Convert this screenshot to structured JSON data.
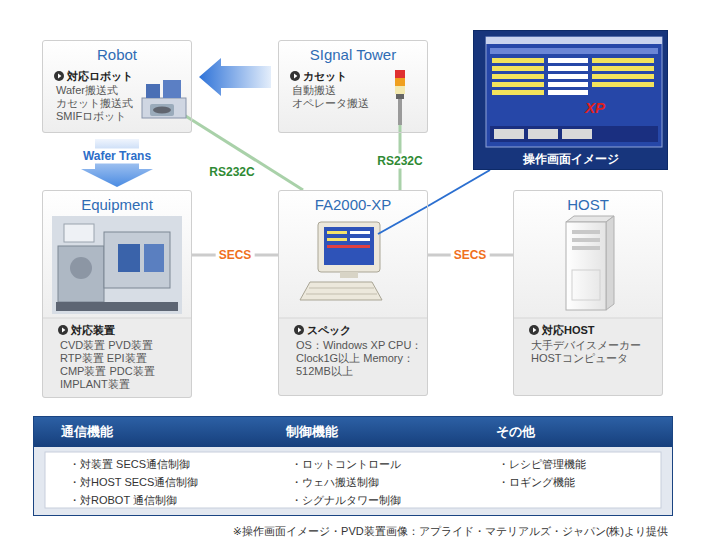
{
  "diagram": {
    "caption": "※操作画面イメージ・PVD装置画像：アプライド・マテリアルズ・ジャパン(株)より提供",
    "nodes": [
      {
        "text": [
          "Robot",
          "対応ロボット",
          "Wafer搬送式 カセット搬送式 SMIFロボット"
        ]
      },
      {
        "text": [
          "SIgnal Tower",
          "カセット",
          "自動搬送 オペレータ搬送"
        ]
      },
      {
        "text": [
          "操作画面イメージ"
        ]
      },
      {
        "text": [
          "Equipment",
          "対応装置",
          "CVD装置 PVD装置 RTP装置 EPI装置 CMP装置 PDC装置 IMPLANT装置"
        ]
      },
      {
        "text": [
          "FA2000-XP",
          "スペック",
          "OS：Windows XP CPU：Clock1G以上 Memory：512MB以上"
        ]
      },
      {
        "text": [
          "HOST",
          "対応HOST",
          "大手デバイスメーカー HOSTコンピュータ"
        ]
      },
      {
        "text": [
          "通信機能",
          "・対装置 SECS通信制御",
          "・対HOST SECS通信制御",
          "・対ROBOT 通信制御",
          "制御機能",
          "・ロットコントロール",
          "・ウェハ搬送制御",
          "・シグナルタワー制御",
          "その他",
          "・レシピ管理機能",
          "・ロギング機能"
        ]
      }
    ],
    "edges": [
      {
        "from": 0,
        "to": 4,
        "label": "RS232C",
        "arrow": "none"
      },
      {
        "from": 1,
        "to": 4,
        "label": "RS232C",
        "arrow": "none"
      },
      {
        "from": 3,
        "to": 4,
        "label": "SECS",
        "arrow": "none"
      },
      {
        "from": 4,
        "to": 5,
        "label": "SECS",
        "arrow": "none"
      },
      {
        "from": 4,
        "to": 2,
        "arrow": "none"
      },
      {
        "from": 1,
        "to": 0,
        "arrow": "to"
      },
      {
        "from": 0,
        "to": 3,
        "label": "Wafer Trans",
        "arrow": "to"
      }
    ],
    "labels": [
      "XP"
    ]
  }
}
